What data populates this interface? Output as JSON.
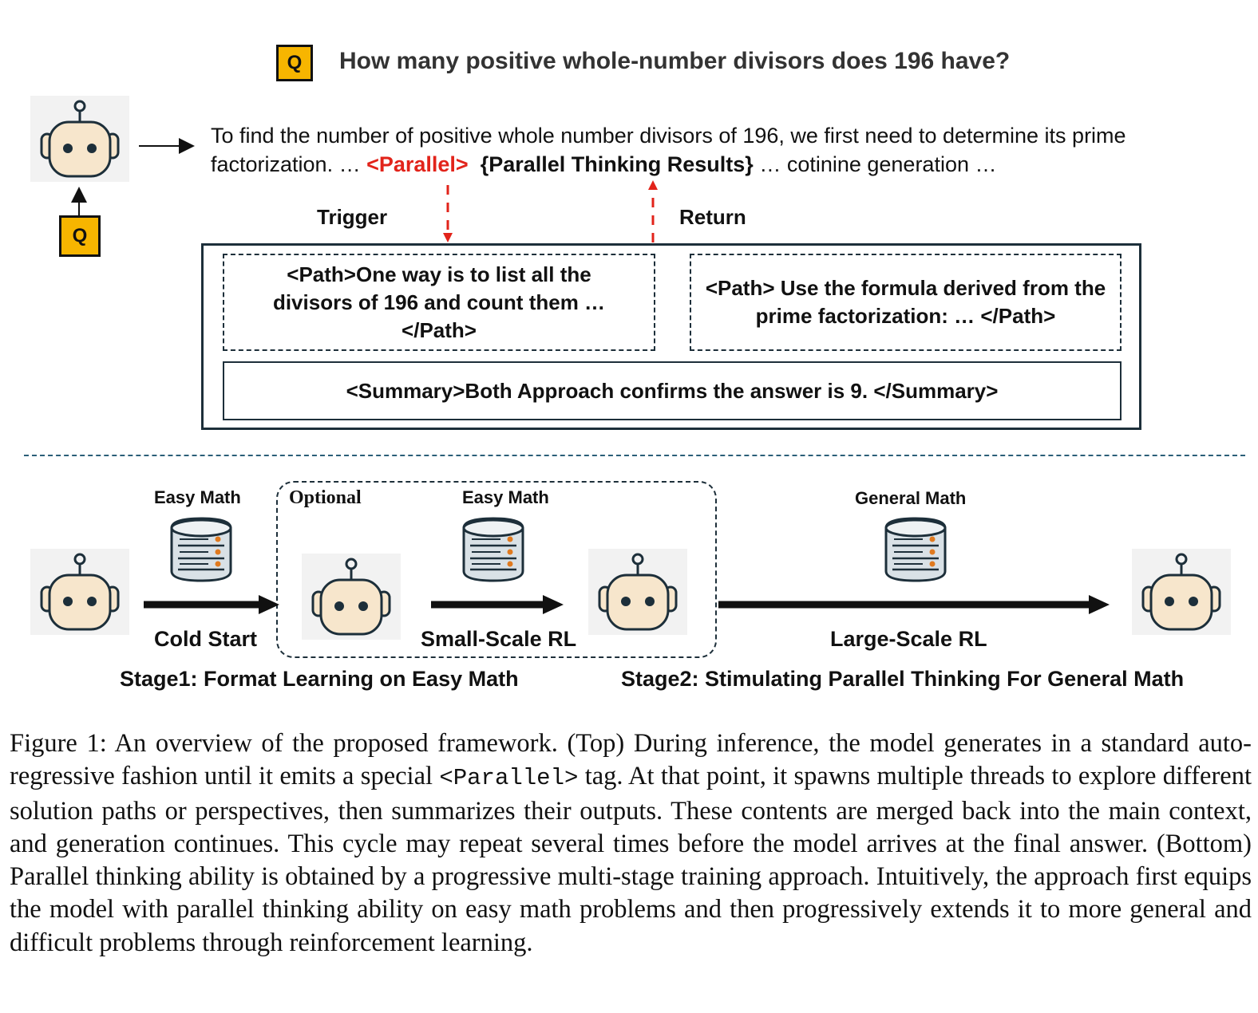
{
  "question": {
    "badge": "Q",
    "text": "How many positive whole-number divisors does 196 have?"
  },
  "response": {
    "line1": "To find the number of positive whole number divisors of 196, we first need to  determine its prime",
    "line2_prefix": "factorization. … ",
    "parallel_tag": "<Parallel>",
    "results": "{Parallel Thinking Results}",
    "line2_suffix": " … cotinine generation …"
  },
  "input_badge": "Q",
  "trigger_label": "Trigger",
  "return_label": "Return",
  "paths": [
    "<Path>One way is to list all the divisors of 196 and count them …</Path>",
    "<Path> Use the formula derived from the prime factorization: … </Path>"
  ],
  "summary": "<Summary>Both Approach confirms the answer is 9. </Summary>",
  "pipeline": {
    "optional_label": "Optional",
    "datasets": [
      "Easy Math",
      "Easy Math",
      "General Math"
    ],
    "steps": [
      "Cold Start",
      "Small-Scale RL",
      "Large-Scale RL"
    ],
    "stage1": "Stage1: Format Learning on Easy Math",
    "stage2": "Stage2: Stimulating Parallel Thinking For General Math"
  },
  "caption": {
    "part1": "Figure 1: An overview of the proposed framework. (Top) During inference, the model generates in a standard auto-regressive fashion until it emits a special ",
    "code": "<Parallel>",
    "part2": " tag. At that point, it spawns multiple threads to explore different solution paths or perspectives, then summarizes their outputs. These contents are merged back into the main context, and generation continues. This cycle may repeat several times before the model arrives at the final answer. (Bottom) Parallel thinking ability is obtained by a progressive multi-stage training approach. Intuitively, the approach first equips the model with parallel thinking ability on easy math problems and then progressively extends it to more general and difficult problems through reinforcement learning."
  },
  "colors": {
    "badge": "#f7b500",
    "robot_face": "#f7e6cc",
    "robot_outline": "#1d2f3a",
    "red_arrow": "#e2231a",
    "database": "#d9e1e6"
  },
  "icons": [
    "robot-icon",
    "database-icon",
    "arrow-icon"
  ]
}
